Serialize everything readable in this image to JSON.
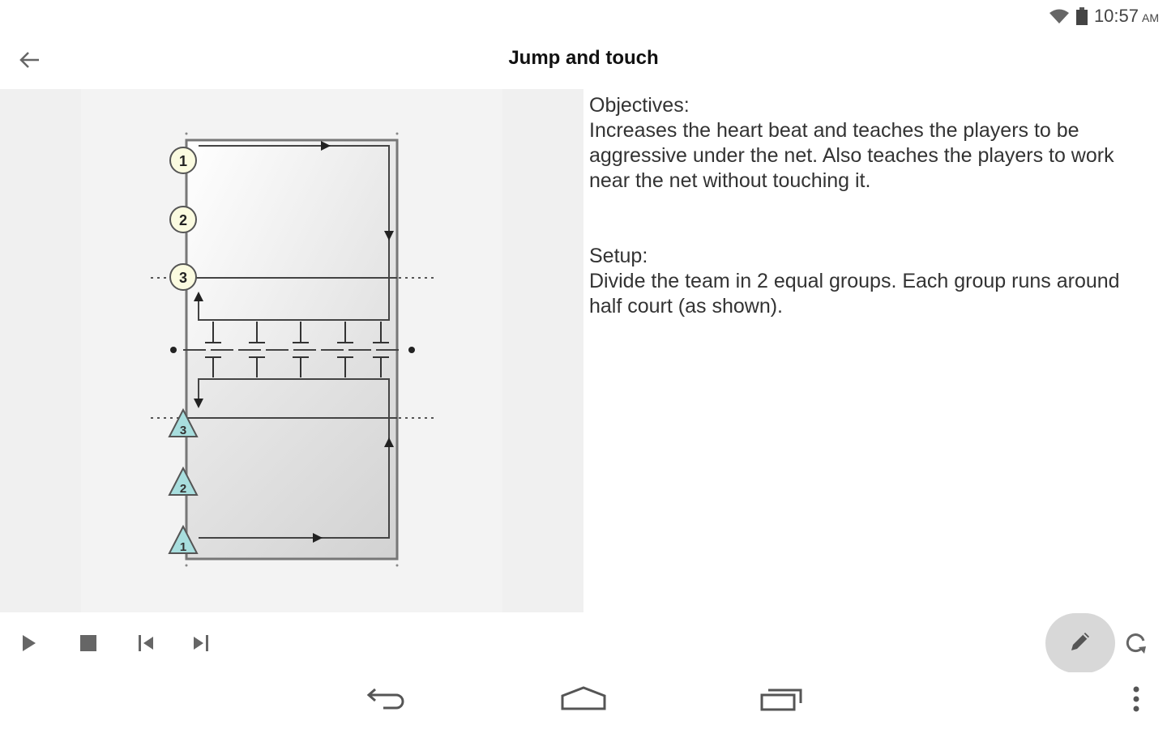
{
  "status_bar": {
    "time": "10:57",
    "ampm": "AM",
    "icons": [
      "wifi-icon",
      "battery-icon"
    ]
  },
  "app_bar": {
    "title": "Jump and touch",
    "back_icon": "arrow-left-icon"
  },
  "diagram": {
    "description": "Volleyball court diagram with net in the center; two groups run around each half court",
    "group_top": {
      "shape": "circle",
      "color": "#fbfbe0",
      "labels": [
        "1",
        "2",
        "3"
      ]
    },
    "group_bottom": {
      "shape": "triangle",
      "color": "#a8dede",
      "labels": [
        "3",
        "2",
        "1"
      ]
    },
    "net_posts": 5
  },
  "description": {
    "objectives_heading": "Objectives:",
    "objectives_text": "Increases the heart beat and teaches the players to be aggressive under the net. Also teaches the players to work near the net without touching it.",
    "setup_heading": "Setup:",
    "setup_text": "Divide the team in 2 equal groups. Each group runs around half court (as shown)."
  },
  "controls": {
    "play": "play-icon",
    "stop": "stop-icon",
    "previous": "skip-previous-icon",
    "next": "skip-next-icon",
    "edit": "pencil-icon",
    "refresh": "refresh-icon"
  },
  "nav_bar": {
    "back": "nav-back-icon",
    "home": "nav-home-icon",
    "recents": "nav-recents-icon",
    "menu": "overflow-menu-icon"
  }
}
